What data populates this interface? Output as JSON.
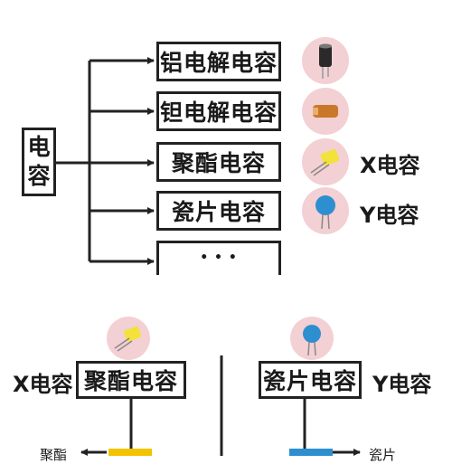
{
  "top_diagram": {
    "root": {
      "line1": "电",
      "line2": "容"
    },
    "branches": [
      {
        "label": "铝电解电容",
        "icon": "aluminum-electrolytic-capacitor-icon"
      },
      {
        "label": "钽电解电容",
        "icon": "tantalum-capacitor-icon"
      },
      {
        "label": "聚酯电容",
        "icon": "polyester-capacitor-icon",
        "tag": "X电容"
      },
      {
        "label": "瓷片电容",
        "icon": "ceramic-capacitor-icon",
        "tag": "Y电容"
      },
      {
        "label": "• • •"
      }
    ]
  },
  "bottom_diagram": {
    "left": {
      "tag": "X电容",
      "label": "聚酯电容",
      "side_label": "聚酯",
      "icon": "polyester-capacitor-icon"
    },
    "right": {
      "tag": "Y电容",
      "label": "瓷片电容",
      "side_label": "瓷片",
      "icon": "ceramic-capacitor-icon"
    }
  },
  "colors": {
    "circle_bg": "#f3d0d3",
    "polyester_yellow": "#f2e23a",
    "ceramic_blue": "#2d8fd0",
    "aluminum_cap": "#2a2a2a",
    "tantalum_orange": "#c9782a"
  }
}
